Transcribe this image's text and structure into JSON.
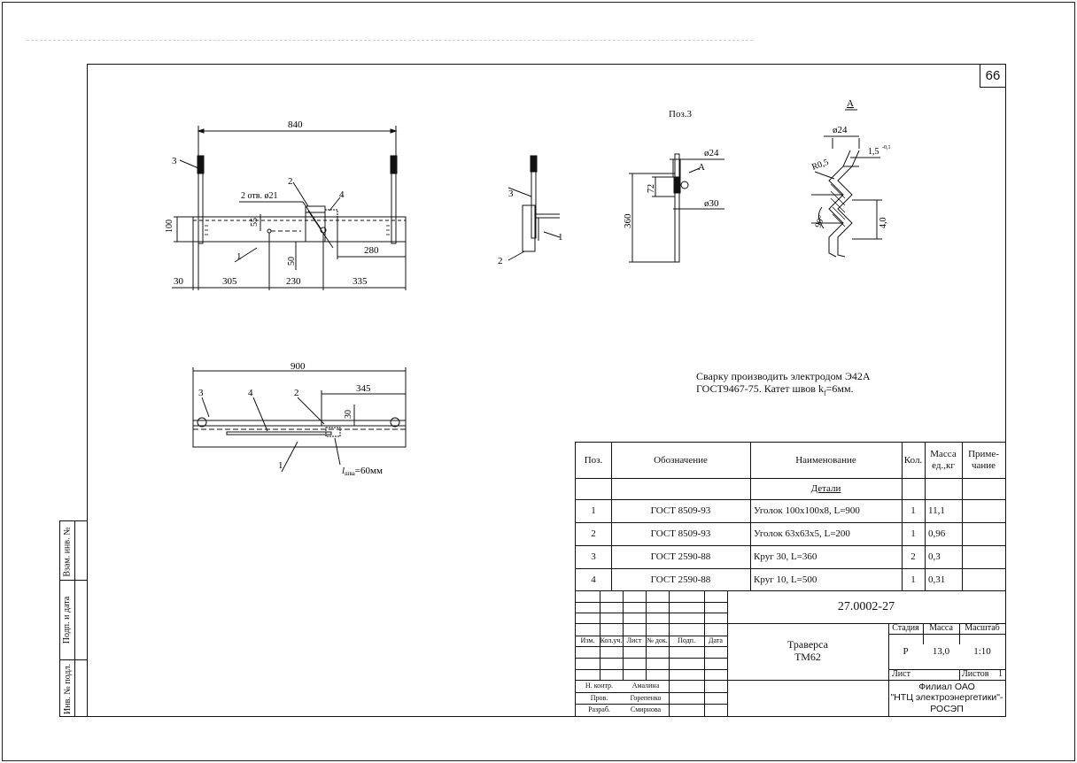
{
  "sheet": {
    "number": "66"
  },
  "views": {
    "front": {
      "dim_total": "840",
      "dim_height": "100",
      "dim_55": "55",
      "dim_50": "50",
      "dim_280": "280",
      "dims_bottom": [
        "30",
        "305",
        "230",
        "335"
      ],
      "holes_label": "2 отв.  ø21",
      "pos": [
        "1",
        "2",
        "3",
        "4"
      ]
    },
    "side": {
      "pos": [
        "1",
        "2",
        "3"
      ]
    },
    "pos3": {
      "title": "Поз.3",
      "d24": "ø24",
      "d30": "ø30",
      "len": "360",
      "thread": "72",
      "callout": "А"
    },
    "detailA": {
      "title": "А",
      "d24": "ø24",
      "r": "R0,5",
      "depth": "1,5",
      "tol": "-0,1",
      "angle": "90°",
      "pitch": "4,0"
    },
    "plan": {
      "dim_total": "900",
      "dim_345": "345",
      "dim_30": "30",
      "pos": [
        "3",
        "4",
        "2",
        "1"
      ],
      "weld_l": "l",
      "weld_sub": "шва",
      "weld_val": "=60мм"
    }
  },
  "note": {
    "line1": "Сварку производить электродом Э42А",
    "line2a": "ГОСТ9467-75. Катет швов k",
    "line2sub": "f",
    "line2b": "=6мм."
  },
  "spec": {
    "headers": {
      "pos": "Поз.",
      "designation": "Обозначение",
      "name": "Наименование",
      "qty": "Кол.",
      "mass": "Масса ед.,кг",
      "note": "Приме-чание"
    },
    "section": "Детали",
    "rows": [
      {
        "pos": "1",
        "designation": "ГОСТ 8509-93",
        "name": "Уголок 100х100х8, L=900",
        "qty": "1",
        "mass": "11,1",
        "note": ""
      },
      {
        "pos": "2",
        "designation": "ГОСТ 8509-93",
        "name": "Уголок 63х63х5, L=200",
        "qty": "1",
        "mass": "0,96",
        "note": ""
      },
      {
        "pos": "3",
        "designation": "ГОСТ 2590-88",
        "name": "Круг 30, L=360",
        "qty": "2",
        "mass": "0,3",
        "note": ""
      },
      {
        "pos": "4",
        "designation": "ГОСТ 2590-88",
        "name": "Круг 10, L=500",
        "qty": "1",
        "mass": "0,31",
        "note": ""
      }
    ]
  },
  "titleblock": {
    "code": "27.0002-27",
    "title_line1": "Траверса",
    "title_line2": "ТМ62",
    "col_labels": [
      "Изм.",
      "Кол.уч.",
      "Лист",
      "№ док.",
      "Подп.",
      "Дата"
    ],
    "stage_label": "Стадия",
    "mass_label": "Масса",
    "scale_label": "Масштаб",
    "stage": "Р",
    "mass": "13,0",
    "scale": "1:10",
    "sheet_label": "Лист",
    "sheets_label": "Листов",
    "sheets": "1",
    "org_line1": "Филиал ОАО",
    "org_line2": "\"НТЦ электроэнергетики\"-",
    "org_line3": "РОСЭП",
    "people": [
      {
        "role": "Н. контр.",
        "name": "Амалина"
      },
      {
        "role": "Пров.",
        "name": "Горепенко"
      },
      {
        "role": "Разраб.",
        "name": "Смирнова"
      }
    ]
  },
  "side_stamp": {
    "inv_vzam": "Взам. инв. №",
    "podp_data": "Подп. и дата",
    "inv_podl": "Инв. № подл."
  }
}
